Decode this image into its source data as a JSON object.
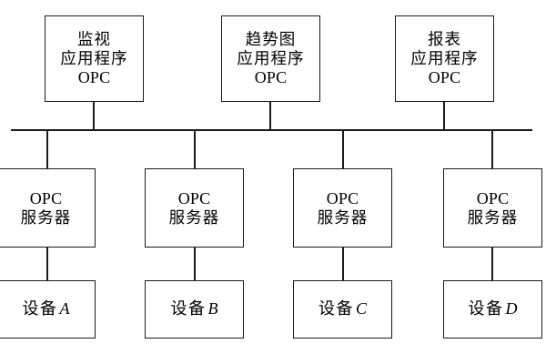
{
  "diagram": {
    "title": "OPC client-server device hierarchy",
    "background_color": "#ffffff",
    "line_color": "#1a1a1a",
    "text_color": "#000000",
    "applications": [
      {
        "name": "monitoring-application",
        "line1": "监视",
        "line2": "应用程序",
        "line3": "OPC"
      },
      {
        "name": "trend-chart-application",
        "line1": "趋势图",
        "line2": "应用程序",
        "line3": "OPC"
      },
      {
        "name": "report-application",
        "line1": "报表",
        "line2": "应用程序",
        "line3": "OPC"
      }
    ],
    "servers": [
      {
        "name": "opc-server-1",
        "line1": "OPC",
        "line2": "服务器"
      },
      {
        "name": "opc-server-2",
        "line1": "OPC",
        "line2": "服务器"
      },
      {
        "name": "opc-server-3",
        "line1": "OPC",
        "line2": "服务器"
      },
      {
        "name": "opc-server-4",
        "line1": "OPC",
        "line2": "服务器"
      }
    ],
    "devices": [
      {
        "name": "device-a",
        "label": "设备",
        "letter": "A"
      },
      {
        "name": "device-b",
        "label": "设备",
        "letter": "B"
      },
      {
        "name": "device-c",
        "label": "设备",
        "letter": "C"
      },
      {
        "name": "device-d",
        "label": "设备",
        "letter": "D"
      }
    ]
  }
}
